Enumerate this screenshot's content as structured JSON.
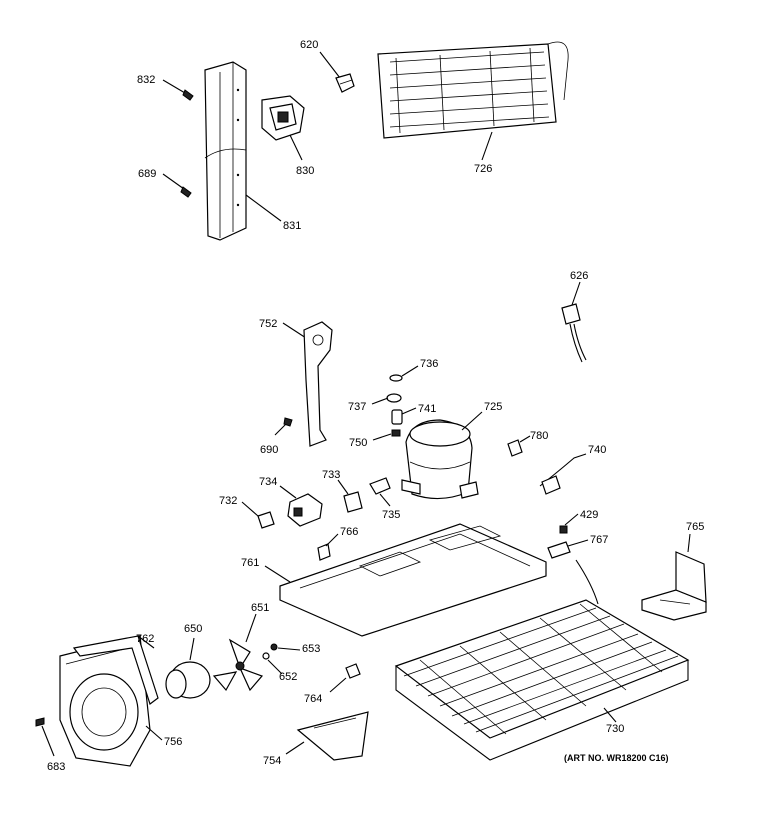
{
  "labels": {
    "p832": "832",
    "p689": "689",
    "p831": "831",
    "p830": "830",
    "p620": "620",
    "p726": "726",
    "p626": "626",
    "p752": "752",
    "p736": "736",
    "p737": "737",
    "p741": "741",
    "p725": "725",
    "p690": "690",
    "p750": "750",
    "p780": "780",
    "p740": "740",
    "p733": "733",
    "p734": "734",
    "p732": "732",
    "p735": "735",
    "p429": "429",
    "p767": "767",
    "p765": "765",
    "p766": "766",
    "p761": "761",
    "p651": "651",
    "p650": "650",
    "p762": "762",
    "p653": "653",
    "p652": "652",
    "p764": "764",
    "p730": "730",
    "p756": "756",
    "p754": "754",
    "p683": "683"
  },
  "art_number": "(ART NO. WR18200 C16)"
}
